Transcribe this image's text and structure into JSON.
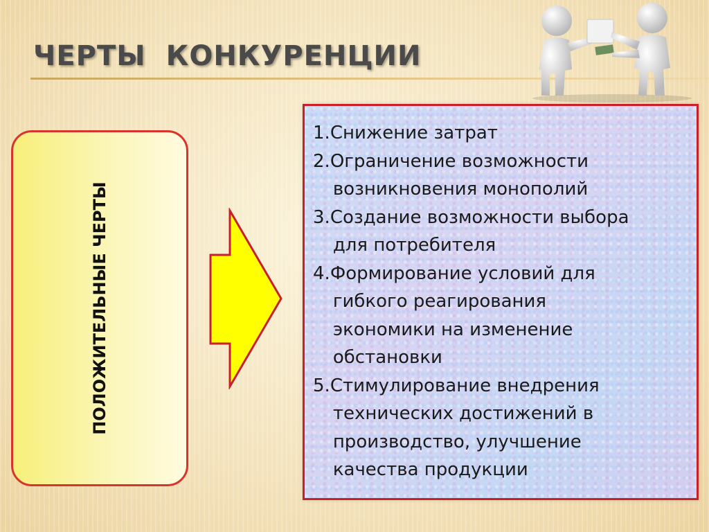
{
  "slide": {
    "title": "ЧЕРТЫ   КОНКУРЕНЦИИ",
    "side_label": "ПОЛОЖИТЕЛЬНЫЕ ЧЕРТЫ",
    "colors": {
      "title_text": "#4a4a4a",
      "box_border": "#d9342b",
      "arrow_fill": "#ffff00",
      "arrow_stroke": "#c81f2a"
    },
    "illustration": "two-figures-handing-box-icon",
    "items": [
      {
        "num": "1.",
        "lines": [
          "Снижение затрат"
        ]
      },
      {
        "num": "2.",
        "lines": [
          "Ограничение возможности",
          "возникновения монополий"
        ]
      },
      {
        "num": "3.",
        "lines": [
          "Создание возможности выбора",
          "для потребителя"
        ]
      },
      {
        "num": "4.",
        "lines": [
          "Формирование условий для",
          "гибкого  реагирования",
          "экономики на изменение",
          "обстановки"
        ]
      },
      {
        "num": "5.",
        "lines": [
          "Стимулирование внедрения",
          "технических достижений в",
          "производство, улучшение",
          "качества продукции"
        ]
      }
    ]
  }
}
